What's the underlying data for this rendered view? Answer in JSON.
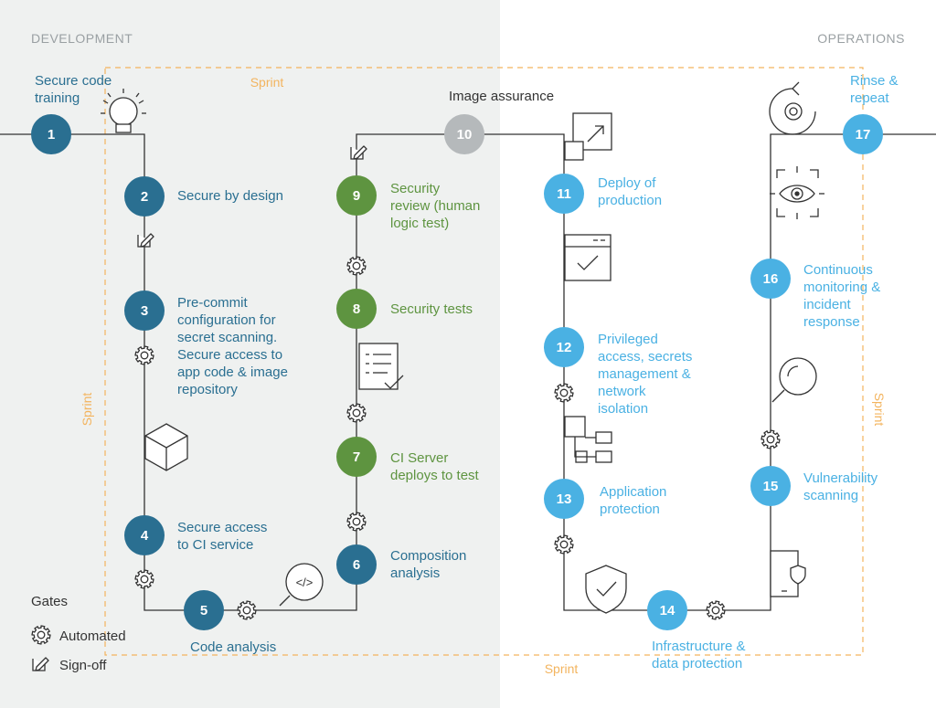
{
  "sections": {
    "development": "DEVELOPMENT",
    "operations": "OPERATIONS"
  },
  "sprint_label": "Sprint",
  "image_assurance": "Image assurance",
  "legend": {
    "title": "Gates",
    "automated": "Automated",
    "signoff": "Sign-off"
  },
  "colors": {
    "dark_blue": "#2a6f91",
    "green": "#5e9440",
    "gray": "#b5b9bb",
    "light_blue": "#4ab1e3",
    "sprint": "#f3b45e",
    "line": "#333333",
    "dev_bg": "#eff1f0",
    "section_text": "#9aa0a3"
  },
  "steps": [
    {
      "num": "1",
      "lines": [
        "Secure code",
        "training"
      ]
    },
    {
      "num": "2",
      "lines": [
        "Secure by design"
      ]
    },
    {
      "num": "3",
      "lines": [
        "Pre-commit",
        "configuration for",
        "secret scanning.",
        "Secure access to",
        "app code & image",
        "repository"
      ]
    },
    {
      "num": "4",
      "lines": [
        "Secure access",
        "to CI service"
      ]
    },
    {
      "num": "5",
      "lines": [
        "Code analysis"
      ]
    },
    {
      "num": "6",
      "lines": [
        "Composition",
        "analysis"
      ]
    },
    {
      "num": "7",
      "lines": [
        "CI Server",
        "deploys to test"
      ]
    },
    {
      "num": "8",
      "lines": [
        "Security tests"
      ]
    },
    {
      "num": "9",
      "lines": [
        "Security",
        "review (human",
        "logic test)"
      ]
    },
    {
      "num": "10",
      "lines": []
    },
    {
      "num": "11",
      "lines": [
        "Deploy of",
        "production"
      ]
    },
    {
      "num": "12",
      "lines": [
        "Privileged",
        "access, secrets",
        "management &",
        "network",
        "isolation"
      ]
    },
    {
      "num": "13",
      "lines": [
        "Application",
        "protection"
      ]
    },
    {
      "num": "14",
      "lines": [
        "Infrastructure &",
        "data protection"
      ]
    },
    {
      "num": "15",
      "lines": [
        "Vulnerability",
        "scanning"
      ]
    },
    {
      "num": "16",
      "lines": [
        "Continuous",
        "monitoring &",
        "incident",
        "response"
      ]
    },
    {
      "num": "17",
      "lines": [
        "Rinse &",
        "repeat"
      ]
    }
  ],
  "icons": [
    "lightbulb-icon",
    "edit-icon",
    "gear-icon",
    "cube-icon",
    "code-icon",
    "checklist-icon",
    "deploy-icon",
    "approval-window-icon",
    "network-icon",
    "shield-icon",
    "server-shield-icon",
    "magnifier-icon",
    "eye-scan-icon",
    "cycle-gear-icon"
  ]
}
